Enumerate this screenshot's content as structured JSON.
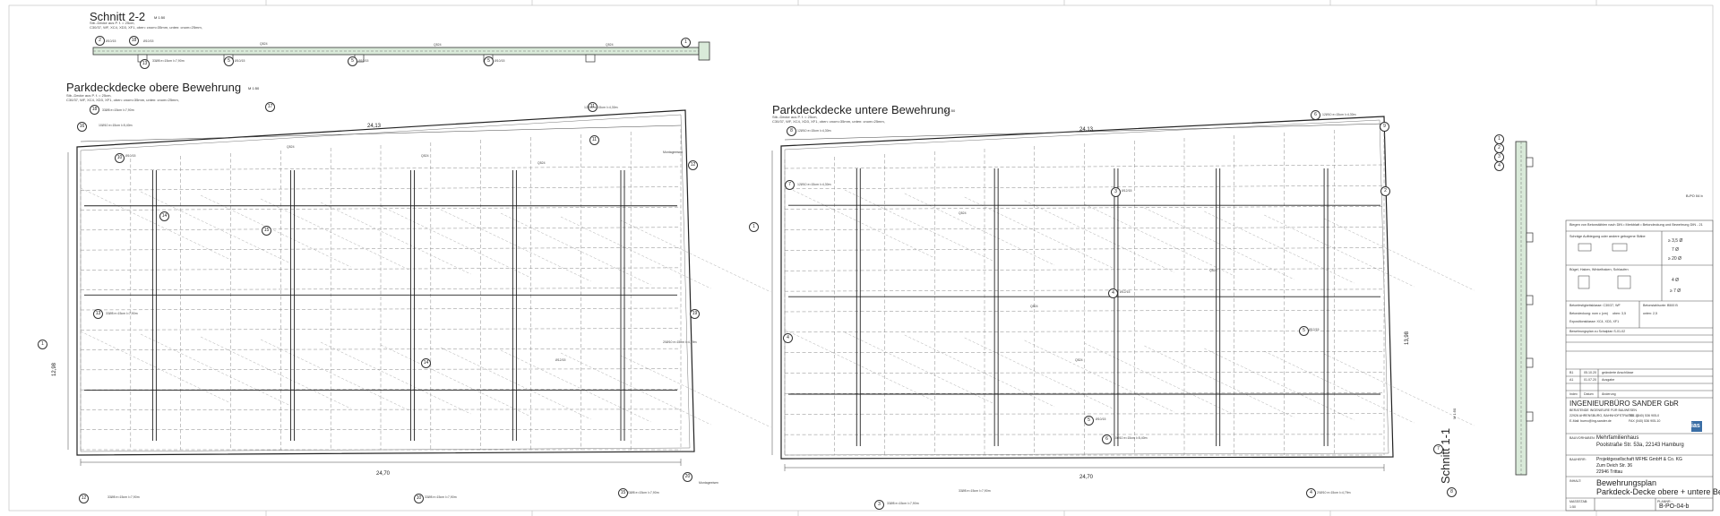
{
  "sheet": {
    "section_22": {
      "title": "Schnitt 2-2",
      "scale": "M 1:50",
      "notes": [
        "Stb.-Decke aus P. f. = 25cm,",
        "C30/37, WF, XC4, XD3, XF1, oben: cnom=35mm, unten: cnom=25mm,"
      ]
    },
    "plan_top": {
      "title": "Parkdeckdecke obere Bewehrung",
      "scale": "M 1:50",
      "notes": [
        "Stb.-Decke aus P. f. = 25cm,",
        "C30/37, WF, XC4, XD3, XF1, oben: cnom=35mm, unten: cnom=25mm,"
      ],
      "dims": {
        "top": "24,13",
        "bottom": "24,70",
        "side": "12,98"
      }
    },
    "plan_bottom": {
      "title": "Parkdeckdecke untere Bewehrung",
      "scale": "M 1:50",
      "notes": [
        "Stb.-Decke aus P. f. = 25cm,",
        "C30/37, WF, XC4, XD3, XF1, oben: cnom=35mm, unten: cnom=25mm,"
      ],
      "dims": {
        "top": "24,13",
        "bottom": "24,70",
        "side": "13,98"
      }
    },
    "section_11": {
      "title": "Schnitt 1-1",
      "scale": "M 1:50"
    },
    "pos_labels": {
      "p1": "1",
      "p2": "2",
      "p3": "3",
      "p4": "4",
      "p5": "5",
      "p6": "6",
      "p7": "7",
      "p8": "8",
      "p9": "9",
      "p10": "10",
      "p11": "11",
      "p12": "12",
      "p13": "13",
      "p14": "14",
      "p15": "15",
      "p16": "16",
      "p17": "17",
      "p18": "18",
      "p19": "19",
      "p20": "20"
    },
    "rebar_notes": {
      "n1": "Ø10/15",
      "n2": "Q524",
      "n3": "Ø12/15",
      "n4": "33Ø8 e=15cm l=7,90m",
      "n5": "12Ø10 e=15cm l=4,30m",
      "n6": "Montageeisen",
      "n7": "10Ø10 e=15cm l=5,40m",
      "n8": "20Ø10 e=15cm l=4,79m"
    },
    "legend": {
      "heading": "Biegen von Betonstählen nach DIN • Merkblatt • Betondeckung und Bewehrung DIN - 21",
      "rows": [
        "Schräge Aufbiegung oder andere gebogene Stäbe",
        "Bügel, Haken, Winkelhaken, Schlaufen"
      ],
      "values": [
        "≥ 3,5 Ø",
        "7 Ø",
        "≥ 20 Ø",
        "4 Ø",
        "≥ 7 Ø"
      ]
    },
    "specs": {
      "r1": "Betonfestigkeitsklasse: C30/37, WF",
      "r2": "Betonstahlsorte: B500 B",
      "r3": "Betondeckung: nom c (cm)",
      "r4": "oben: 3,5",
      "r5": "unten: 2,5",
      "r6": "Expositionsklasse: XC4, XD3, XF1",
      "r7": "Bewehrungsplan zu Schalplan S-01-02"
    },
    "revisions": {
      "head": [
        "Index",
        "Datum",
        "Änderung"
      ],
      "rows": [
        [
          "B1",
          "05.10.20",
          "geänderte Anschlüsse"
        ],
        [
          "A1",
          "01.07.20",
          "Ausgabe"
        ]
      ]
    },
    "titleblock": {
      "office": "INGENIEURBÜRO SANDER GbR",
      "office_sub": [
        "BERATENDE INGENIEURE FÜR BAUWESEN",
        "22926 AHRENSBURG, BAHNHOFSTRASSE 11",
        "E-Mail: buero@ing-sander.de"
      ],
      "tel": "TEL. (040) 536 905-0",
      "fax": "FAX (040) 536 905-10",
      "logo": "ias",
      "project_label": "BAUVORHABEN:",
      "project": [
        "Mehrfamilienhaus",
        "Poolstraße Str. 53a,  22143 Hamburg"
      ],
      "client_label": "BAUHERR:",
      "client": [
        "Projektgesellschaft MFHE GmbH & Co. KG",
        "Zum Deich Str. 36",
        "22946 Trittau"
      ],
      "content_label": "INHALT:",
      "content": [
        "Bewehrungsplan",
        "Parkdeck-Decke obere + untere Bewehrung"
      ],
      "plan_no_label": "PLANNR.:",
      "plan_no": "B-PO-04-b",
      "scale_label": "MASSSTAB:",
      "scale": "1:50",
      "small_plan": "B-PO 04 b"
    }
  }
}
